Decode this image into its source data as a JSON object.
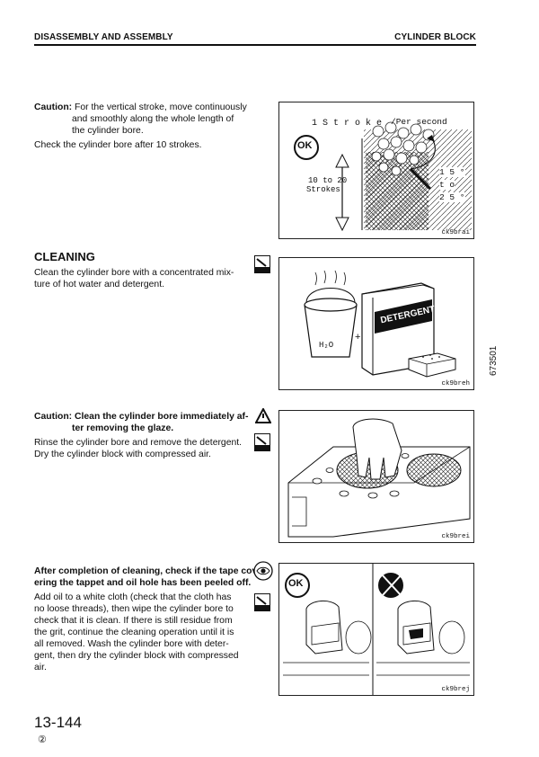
{
  "header": {
    "left": "DISASSEMBLY AND ASSEMBLY",
    "right": "CYLINDER BLOCK"
  },
  "section1": {
    "caution_label": "Caution:",
    "caution_line1": "For the vertical stroke, move continuously",
    "caution_line2": "and smoothly along the whole length of",
    "caution_line3": "the cylinder bore.",
    "body": "Check the cylinder bore after 10 strokes.",
    "fig_id": "ck9brai",
    "fig_texts": {
      "stroke": "1 S t r o k e",
      "per_second": "/Per second",
      "range": "10 to 20",
      "strokes": "Strokes",
      "ok": "OK",
      "angle1": "1 5 °",
      "angle2": "t o",
      "angle3": "2 5 °"
    }
  },
  "section2": {
    "heading": "CLEANING",
    "line1": "Clean the cylinder bore with a concentrated mix-",
    "line2": "ture of hot water and detergent.",
    "fig_id": "ck9breh",
    "fig_texts": {
      "detergent": "DETERGENT",
      "water": "H₂O",
      "plus": "+"
    }
  },
  "section3": {
    "caution_line1": "Caution: Clean the cylinder bore immediately af-",
    "caution_line2": "ter removing the glaze.",
    "line1": "Rinse the cylinder bore and remove the detergent.",
    "line2": "Dry the cylinder block with compressed air.",
    "fig_id": "ck9brei"
  },
  "section4": {
    "bold_line1": "After completion of cleaning, check if the tape cov-",
    "bold_line2": "ering the tappet and oil hole has been peeled off.",
    "lines": [
      "Add  oil to a white cloth (check that the cloth has",
      "no loose threads), then wipe the cylinder bore to",
      "check that it is clean.  If there is still residue from",
      "the grit, continue the cleaning operation until it is",
      "all removed.  Wash the  cylinder  bore with deter-",
      "gent, then dry the cylinder block with compressed",
      "air."
    ],
    "fig_id": "ck9brej",
    "fig_texts": {
      "ok": "OK"
    }
  },
  "side_code": "673501",
  "footer": {
    "page": "13-144",
    "rev": "②"
  }
}
